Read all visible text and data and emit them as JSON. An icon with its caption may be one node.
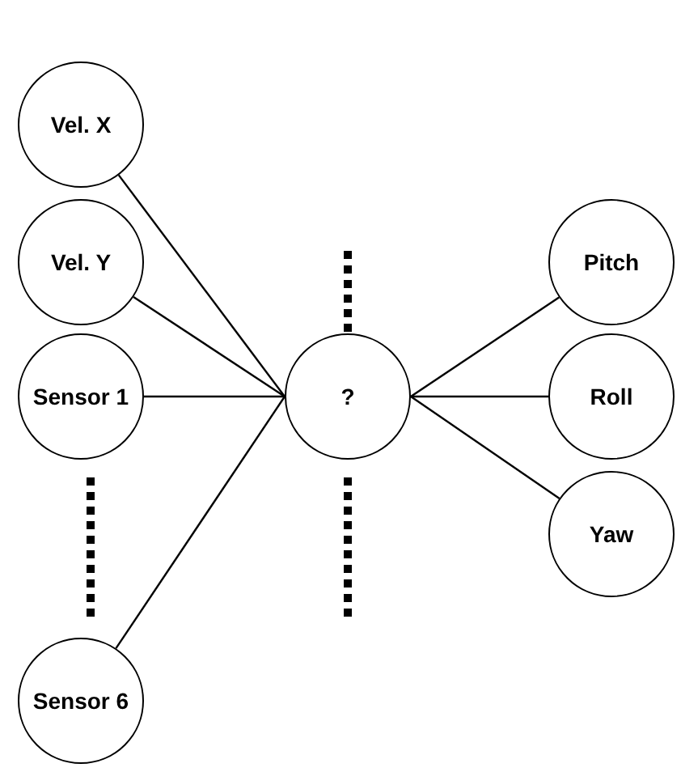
{
  "diagram": {
    "nodes": [
      {
        "text": [
          "Vel. X"
        ]
      },
      {
        "text": [
          "Vel. Y"
        ]
      },
      {
        "text": [
          "Sensor 1"
        ]
      },
      {
        "text": [
          "Sensor 6"
        ]
      },
      {
        "text": [
          "?"
        ]
      },
      {
        "text": [
          "Pitch"
        ]
      },
      {
        "text": [
          "Roll"
        ]
      },
      {
        "text": [
          "Yaw"
        ]
      }
    ],
    "edges": [
      {
        "from": 0,
        "to": 4,
        "arrow": "none"
      },
      {
        "from": 1,
        "to": 4,
        "arrow": "none"
      },
      {
        "from": 2,
        "to": 4,
        "arrow": "none"
      },
      {
        "from": 3,
        "to": 4,
        "arrow": "none"
      },
      {
        "from": 4,
        "to": 5,
        "arrow": "none"
      },
      {
        "from": 4,
        "to": 6,
        "arrow": "none"
      },
      {
        "from": 4,
        "to": 7,
        "arrow": "none"
      }
    ]
  }
}
